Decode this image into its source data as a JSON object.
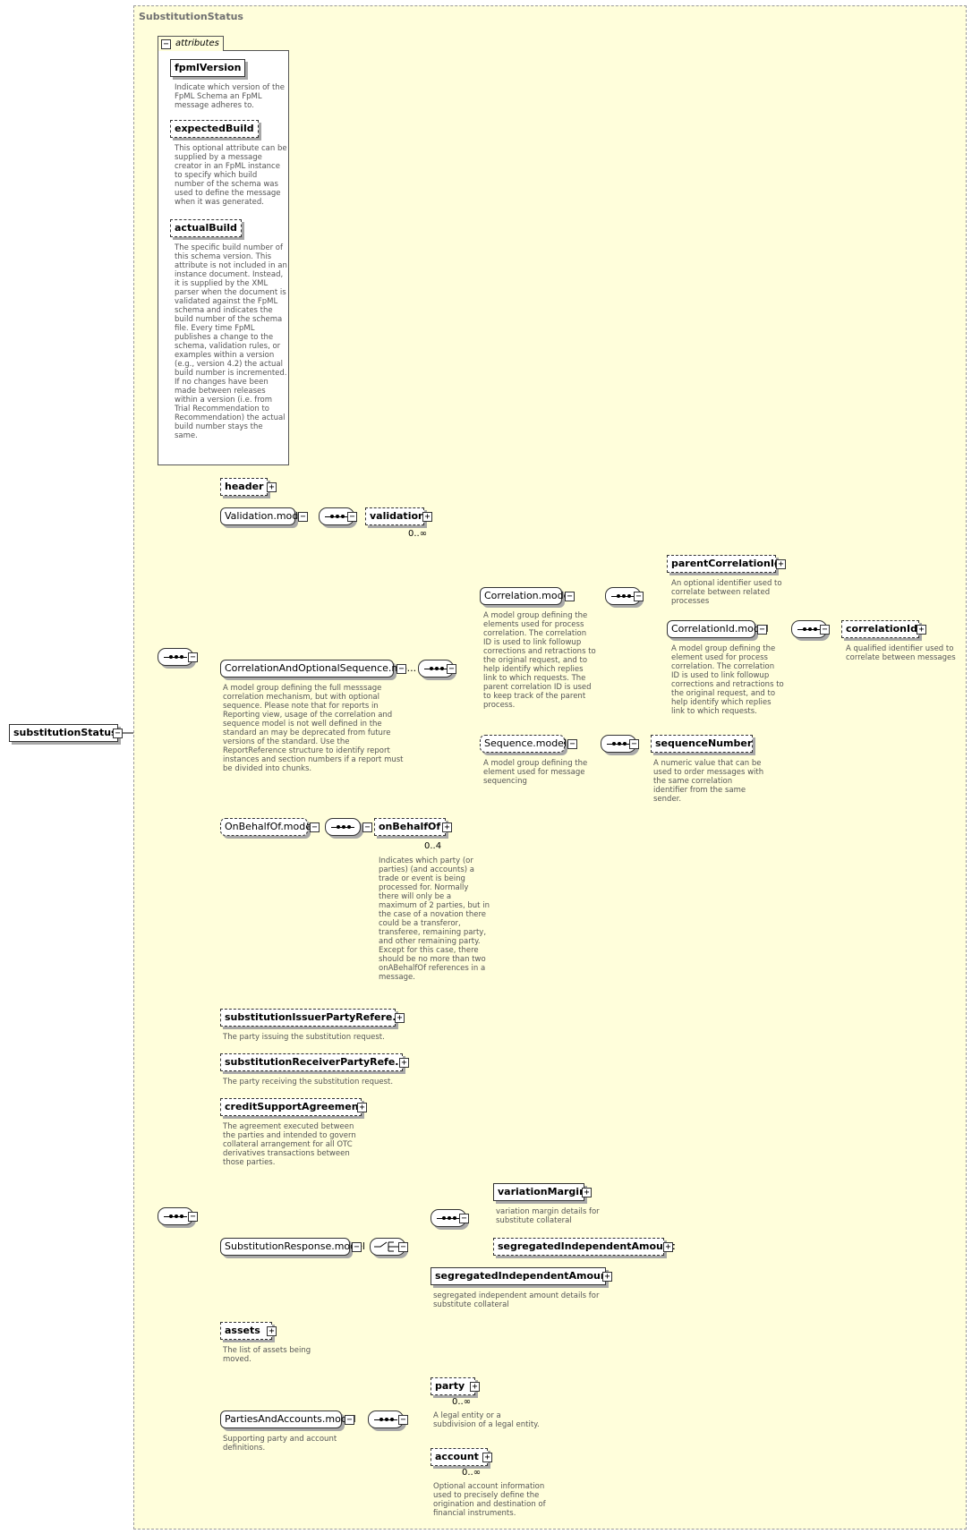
{
  "frame": {
    "title": "SubstitutionStatus"
  },
  "root": {
    "label": "substitutionStatus"
  },
  "attributes": {
    "tab_label": "attributes",
    "items": [
      {
        "name": "fpmlVersion",
        "doc": "Indicate which version of the\nFpML Schema an FpML\nmessage adheres to."
      },
      {
        "name": "expectedBuild",
        "doc": "This optional attribute can be\nsupplied by a message\ncreator in an FpML instance\nto specify which build\nnumber of the schema was\nused to define the message\nwhen it was generated."
      },
      {
        "name": "actualBuild",
        "doc": "The specific build number of\nthis schema version. This\nattribute is not included in an\ninstance document. Instead,\nit is supplied by the XML\nparser when the document is\nvalidated against the FpML\nschema and indicates the\nbuild number of the schema\nfile. Every time FpML\npublishes a change to the\nschema, validation rules, or\nexamples within a version\n(e.g., version 4.2) the actual\nbuild number is incremented.\nIf no changes have been\nmade between releases\nwithin a version (i.e. from\nTrial Recommendation to\nRecommendation) the actual\nbuild number stays the\nsame."
      }
    ]
  },
  "header": {
    "label": "header"
  },
  "validation_model": {
    "label": "Validation.model",
    "child": "validation",
    "occurs": "0..∞"
  },
  "correlation_seq": {
    "label": "CorrelationAndOptionalSequence.mo...",
    "doc": "A model group defining the full messsage\ncorrelation mechanism, but with optional\nsequence. Please note that for reports in\nReporting view, usage of the correlation and\nsequence model is not well defined in the\nstandard an may be deprecated from future\nversions of the standard. Use the\nReportReference structure to identify report\ninstances and section numbers if a report must\nbe divided into chunks."
  },
  "correlation_model": {
    "label": "Correlation.model",
    "doc": "A model group defining the\nelements used for process\ncorrelation. The correlation\nID is used to link followup\ncorrections and retractions to\nthe original request, and to\nhelp identify which replies\nlink to which requests. The\nparent correlation ID is used\nto keep track of the parent\nprocess."
  },
  "parent_correlation": {
    "label": "parentCorrelationId",
    "doc": "An optional identifier used to\ncorrelate between related\nprocesses"
  },
  "correlation_id_model": {
    "label": "CorrelationId.model",
    "doc": "A model group defining the\nelement used for process\ncorrelation. The correlation\nID is used to link followup\ncorrections and retractions to\nthe original request, and to\nhelp identify which replies\nlink to which requests."
  },
  "correlation_id": {
    "label": "correlationId",
    "doc": "A qualified identifier used to\ncorrelate between messages"
  },
  "sequence_model": {
    "label": "Sequence.model",
    "doc": "A model group defining the\nelement used for message\nsequencing"
  },
  "sequence_number": {
    "label": "sequenceNumber",
    "doc": "A numeric value that can be\nused to order messages with\nthe same correlation\nidentifier from the same\nsender."
  },
  "on_behalf_model": {
    "label": "OnBehalfOf.model",
    "child": "onBehalfOf",
    "occurs": "0..4",
    "doc": "Indicates which party (or\nparties) (and accounts) a\ntrade or event is being\nprocessed for. Normally\nthere will only be a\nmaximum of 2 parties, but in\nthe case of a novation there\ncould be a transferor,\ntransferee, remaining party,\nand other remaining party.\nExcept for this case, there\nshould be no more than two\nonABehalfOf references in a\nmessage."
  },
  "issuer_ref": {
    "label": "substitutionIssuerPartyRefere...",
    "doc": "The party issuing the substitution request."
  },
  "receiver_ref": {
    "label": "substitutionReceiverPartyRefe...",
    "doc": "The party receiving the substitution request."
  },
  "csa": {
    "label": "creditSupportAgreement",
    "doc": "The agreement executed between\nthe parties and intended to govern\ncollateral arrangement for all OTC\nderivatives transactions between\nthose parties."
  },
  "response_model": {
    "label": "SubstitutionResponse.model"
  },
  "variation_margin": {
    "label": "variationMargin",
    "doc": "variation margin details for\nsubstitute collateral"
  },
  "seg_amount_opt": {
    "label": "segregatedIndependentAmount"
  },
  "seg_amount": {
    "label": "segregatedIndependentAmount",
    "doc": "segregated independent amount details for\nsubstitute collateral"
  },
  "assets": {
    "label": "assets",
    "doc": "The list of assets being\nmoved."
  },
  "parties_model": {
    "label": "PartiesAndAccounts.model",
    "doc": "Supporting party and account\ndefinitions."
  },
  "party": {
    "label": "party",
    "occurs": "0..∞",
    "doc": "A legal entity or a\nsubdivision of a legal entity."
  },
  "account": {
    "label": "account",
    "occurs": "0..∞",
    "doc": "Optional account information\nused to precisely define the\norigination and destination of\nfinancial instruments."
  }
}
